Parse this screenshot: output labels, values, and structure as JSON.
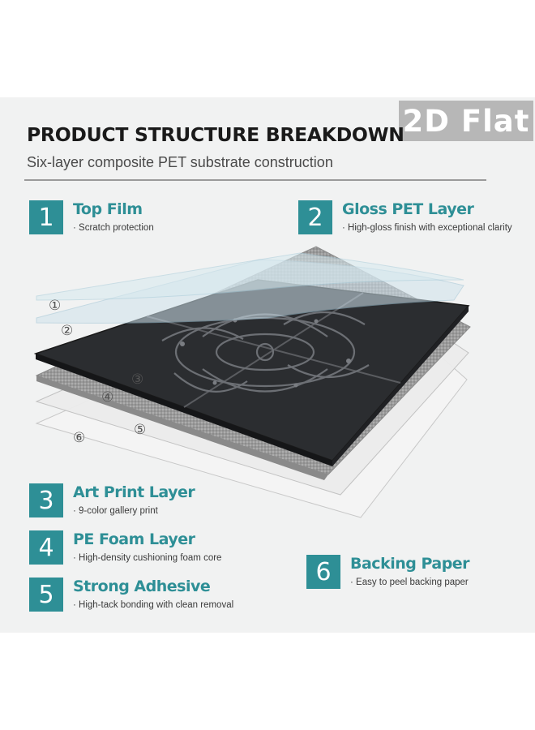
{
  "badge": "2D Flat",
  "title": "PRODUCT STRUCTURE BREAKDOWN",
  "subtitle": "Six-layer composite PET substrate construction",
  "layers": [
    {
      "num": "1",
      "name": "Top Film",
      "desc": "Scratch protection"
    },
    {
      "num": "2",
      "name": "Gloss PET Layer",
      "desc": "High-gloss finish with exceptional clarity"
    },
    {
      "num": "3",
      "name": "Art Print Layer",
      "desc": "9-color gallery print"
    },
    {
      "num": "4",
      "name": "PE Foam Layer",
      "desc": "High-density cushioning foam core"
    },
    {
      "num": "5",
      "name": "Strong Adhesive",
      "desc": "High-tack bonding with clean removal"
    },
    {
      "num": "6",
      "name": "Backing Paper",
      "desc": "Easy to peel backing paper"
    }
  ],
  "callouts": [
    "①",
    "②",
    "③",
    "④",
    "⑤",
    "⑥"
  ],
  "colors": {
    "accent": "#2e8f96",
    "panel": "#f1f2f2",
    "badge": "#b7b7b7",
    "tile": "#2b2d30"
  }
}
